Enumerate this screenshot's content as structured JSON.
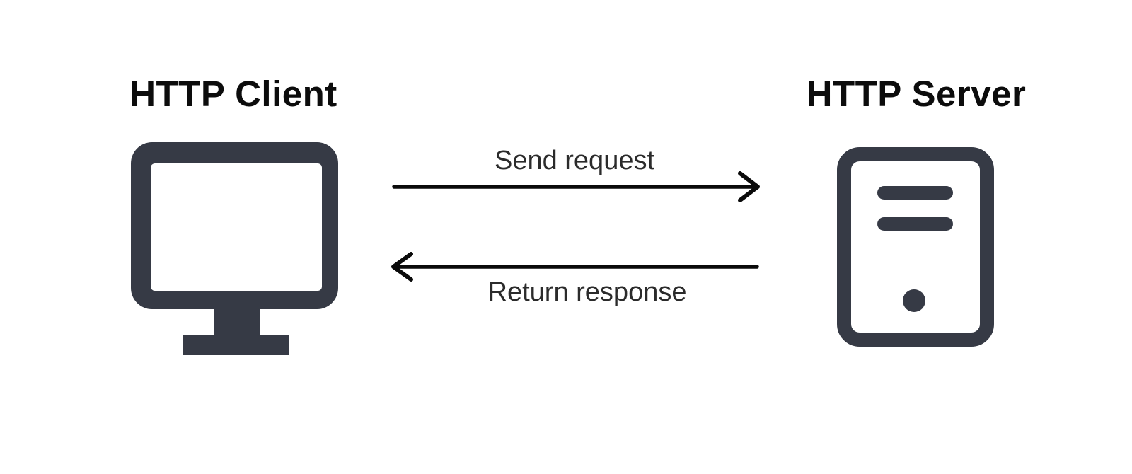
{
  "diagram": {
    "client": {
      "title": "HTTP Client",
      "icon": "monitor-icon"
    },
    "server": {
      "title": "HTTP Server",
      "icon": "server-icon"
    },
    "arrows": [
      {
        "label": "Send request",
        "direction": "right",
        "from": "HTTP Client",
        "to": "HTTP Server"
      },
      {
        "label": "Return response",
        "direction": "left",
        "from": "HTTP Server",
        "to": "HTTP Client"
      }
    ],
    "colors": {
      "background": "#ffffff",
      "icon": "#363a45",
      "title_text": "#0c0c0c",
      "label_text": "#2b2b2b",
      "arrow": "#0a0a0a"
    }
  }
}
